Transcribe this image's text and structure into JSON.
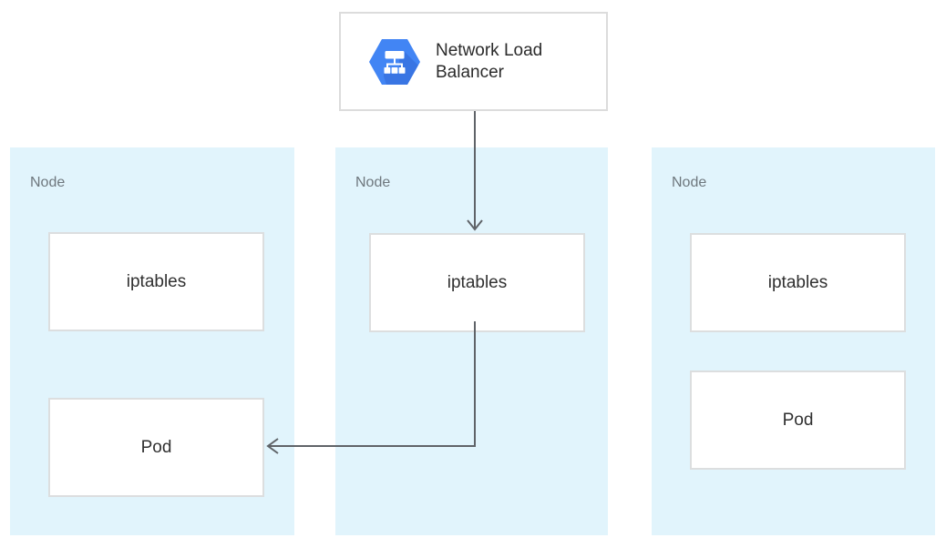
{
  "load_balancer": {
    "label": "Network Load Balancer",
    "icon": "network-load-balancer-hexagon-icon"
  },
  "nodes": [
    {
      "label": "Node",
      "boxes": [
        {
          "label": "iptables"
        },
        {
          "label": "Pod"
        }
      ]
    },
    {
      "label": "Node",
      "boxes": [
        {
          "label": "iptables"
        }
      ]
    },
    {
      "label": "Node",
      "boxes": [
        {
          "label": "iptables"
        },
        {
          "label": "Pod"
        }
      ]
    }
  ],
  "connections": [
    {
      "from": "network-load-balancer",
      "to": "node-2-iptables"
    },
    {
      "from": "node-2-iptables",
      "to": "node-1-pod"
    }
  ],
  "colors": {
    "node_background": "#e1f4fc",
    "box_border": "#dcdedf",
    "arrow": "#5f6368",
    "icon_blue": "#4285f4",
    "icon_blue_shadow": "#3367d6",
    "node_label_gray": "#6e777d",
    "text_dark": "#2b2b2b"
  }
}
